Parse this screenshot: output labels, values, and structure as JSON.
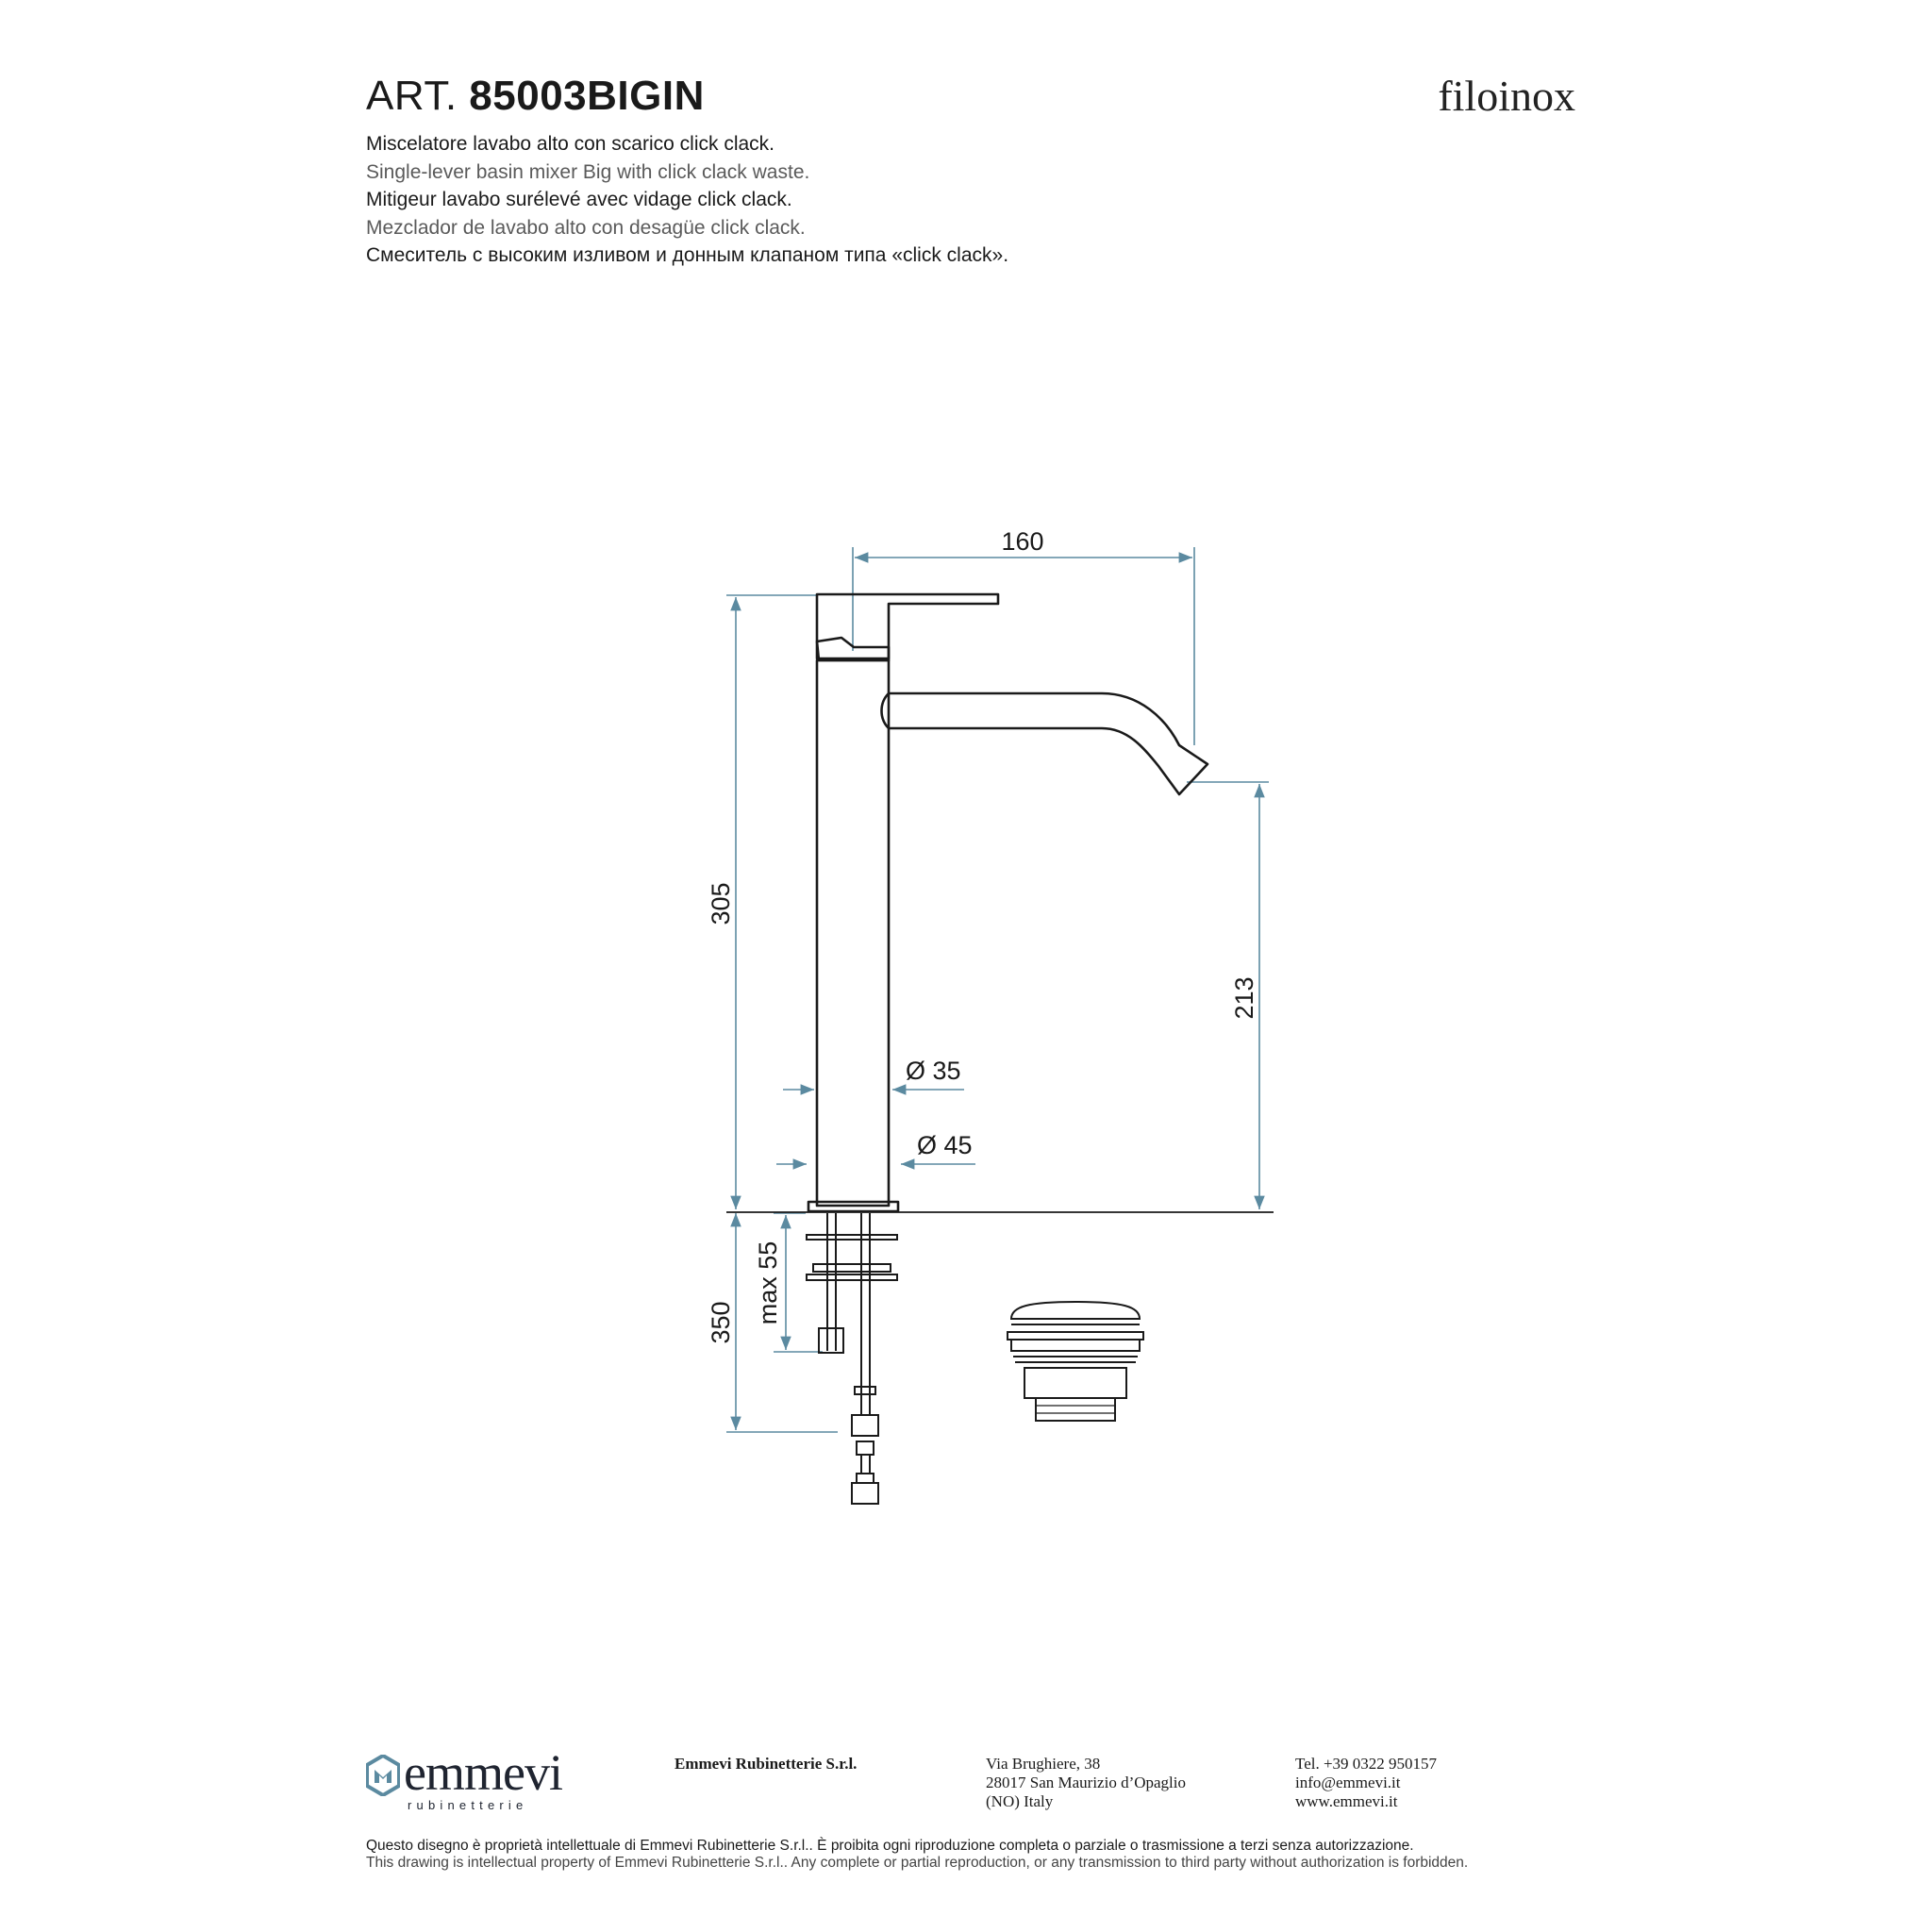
{
  "header": {
    "art_prefix": "ART.",
    "art_code": "85003BIGIN",
    "brand": "filoinox",
    "descriptions": [
      "Miscelatore lavabo alto con scarico click clack.",
      "Single-lever basin mixer Big with click clack waste.",
      "Mitigeur lavabo surélevé avec vidage click clack.",
      "Mezclador de lavabo alto con desagüe click clack.",
      "Смеситель с высоким изливом и донным клапаном типа «click clack»."
    ]
  },
  "drawing": {
    "dimensions": {
      "spout_reach": "160",
      "total_height": "305",
      "spout_height": "213",
      "body_diameter": "Ø 35",
      "base_diameter": "Ø 45",
      "max_thickness": "max 55",
      "hose_length": "350"
    },
    "colors": {
      "outline": "#1a1a1a",
      "dimension_line": "#5b8aa0"
    }
  },
  "footer": {
    "logo_word": "emmevi",
    "logo_sub": "rubinetterie",
    "company": "Emmevi Rubinetterie S.r.l.",
    "address": [
      "Via Brughiere, 38",
      "28017 San Maurizio d’Opaglio",
      "(NO) Italy"
    ],
    "contact": [
      "Tel. +39 0322 950157",
      "info@emmevi.it",
      "www.emmevi.it"
    ],
    "legal_it": "Questo disegno è proprietà intellettuale di Emmevi Rubinetterie S.r.l.. È proibita ogni riproduzione completa o parziale o trasmissione a terzi senza autorizzazione.",
    "legal_en": "This drawing is intellectual property of Emmevi Rubinetterie S.r.l.. Any complete or partial reproduction, or any transmission to third party without authorization is forbidden."
  }
}
